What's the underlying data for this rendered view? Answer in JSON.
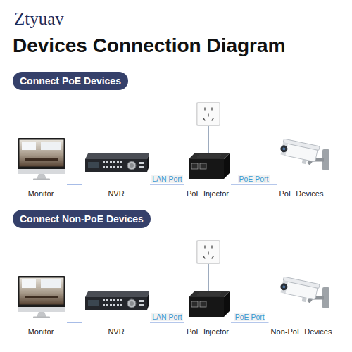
{
  "diagram": {
    "title": "Devices Connection Diagram",
    "nodes": [
      {
        "text": [
          "Connect PoE Devices"
        ]
      },
      {
        "text": [
          "Monitor"
        ],
        "in": 0
      },
      {
        "text": [
          "NVR"
        ],
        "in": 0
      },
      {
        "text": [
          "PoE Injector"
        ],
        "in": 0
      },
      {
        "text": [
          "PoE Devices"
        ],
        "in": 0
      },
      {
        "text": [
          "Connect Non-PoE Devices"
        ]
      },
      {
        "text": [
          "Monitor"
        ],
        "in": 5
      },
      {
        "text": [
          "NVR"
        ],
        "in": 5
      },
      {
        "text": [
          "PoE Injector"
        ],
        "in": 5
      },
      {
        "text": [
          "Non-PoE Devices"
        ],
        "in": 5
      }
    ],
    "edges": [
      {
        "from": 1,
        "to": 2,
        "arrow": "none"
      },
      {
        "from": 2,
        "to": 3,
        "label": "LAN Port",
        "arrow": "none"
      },
      {
        "from": 3,
        "to": 4,
        "label": "PoE Port",
        "arrow": "none"
      },
      {
        "from": 6,
        "to": 7,
        "arrow": "none"
      },
      {
        "from": 7,
        "to": 8,
        "label": "LAN Port",
        "arrow": "none"
      },
      {
        "from": 8,
        "to": 9,
        "label": "PoE Port",
        "arrow": "none"
      }
    ],
    "labels": [
      "Ztyuav"
    ]
  }
}
